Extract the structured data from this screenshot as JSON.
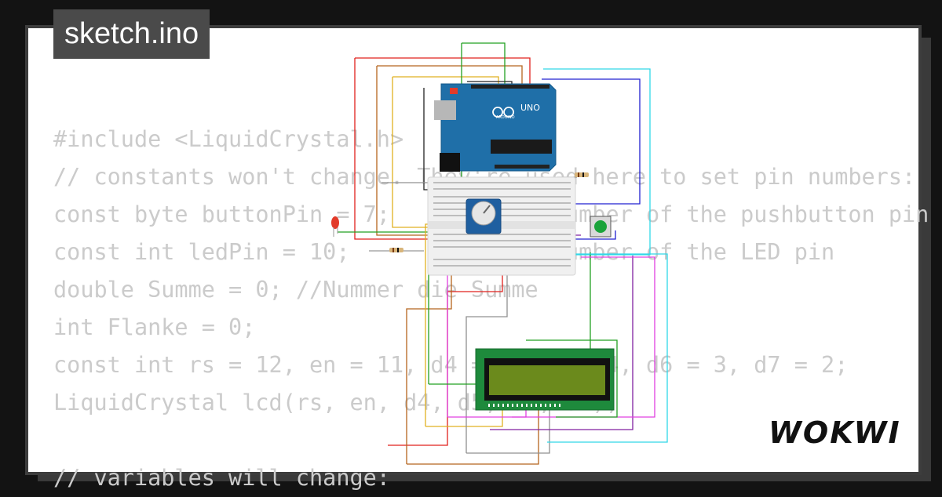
{
  "header": {
    "title": "sketch.ino"
  },
  "brand": {
    "logo_text": "WOKWI"
  },
  "code": {
    "lines": [
      "#include <LiquidCrystal.h>",
      "// constants won't change. They're used here to set pin numbers:",
      "const byte buttonPin = 7;     // the number of the pushbutton pin",
      "const int ledPin = 10;        // the number of the LED pin",
      "double Summe = 0; //Nummer die Summe",
      "int Flanke = 0;",
      "const int rs = 12, en = 11, d4 = 5, d5 = 4, d6 = 3, d7 = 2;",
      "LiquidCrystal lcd(rs, en, d4, d5, d6, d7);",
      "",
      "// variables will change:"
    ]
  },
  "board": {
    "name_label": "UNO",
    "brand_label": "ARDUINO"
  },
  "colors": {
    "background": "#131313",
    "card": "#ffffff",
    "code_text": "#cbcbcb",
    "badge": "#4a4a4a",
    "arduino_board": "#1f6fa8",
    "breadboard": "#f0f0f0",
    "lcd_pcb": "#1e8a3c",
    "lcd_screen": "#6b8a1c",
    "button_cap": "#1aa33a",
    "led": "#e23b2a"
  }
}
